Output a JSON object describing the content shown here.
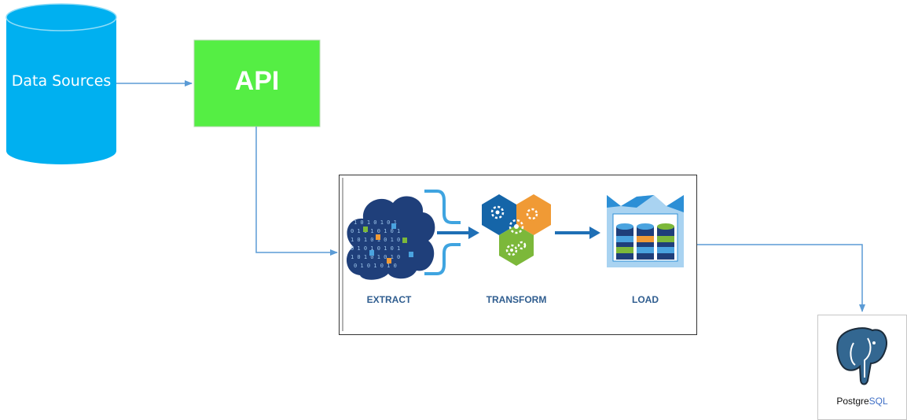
{
  "nodes": {
    "data_sources": {
      "label": "Data Sources",
      "color": "#00b0f0"
    },
    "api": {
      "label": "API",
      "color": "#55ee44"
    },
    "etl": {
      "steps": [
        {
          "label": "EXTRACT"
        },
        {
          "label": "TRANSFORM"
        },
        {
          "label": "LOAD"
        }
      ],
      "label_color": "#2f5d8f"
    },
    "postgres": {
      "label_prefix": "Postgre",
      "label_suffix": "SQL",
      "icon": "postgresql-elephant-icon"
    }
  },
  "edges": [
    {
      "from": "Data Sources",
      "to": "API"
    },
    {
      "from": "API",
      "to": "ETL"
    },
    {
      "from": "ETL",
      "to": "PostgreSQL"
    }
  ],
  "colors": {
    "connector": "#5b9bd5",
    "gear_blue": "#1565a8",
    "gear_orange": "#f09a35",
    "gear_green": "#7cb83a"
  }
}
